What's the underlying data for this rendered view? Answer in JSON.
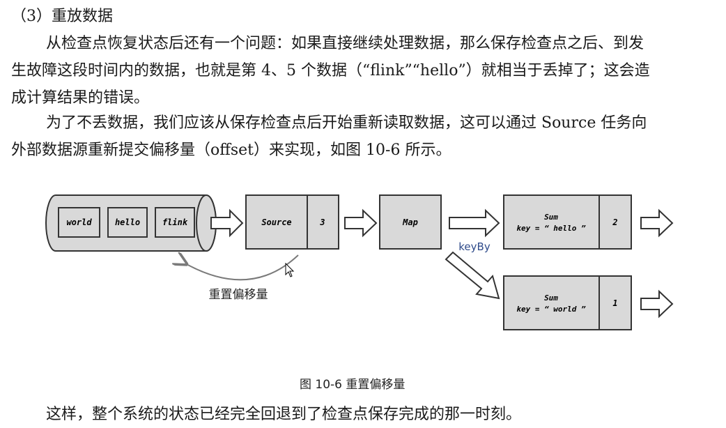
{
  "text": {
    "section_heading": "（3）重放数据",
    "para1_line1": "从检查点恢复状态后还有一个问题：如果直接继续处理数据，那么保存检查点之后、到发",
    "para1_line2": "生故障这段时间内的数据，也就是第 4、5 个数据（“flink”“hello”）就相当于丢掉了；这会造",
    "para1_line3": "成计算结果的错误。",
    "para2_line1": "为了不丢数据，我们应该从保存检查点后开始重新读取数据，这可以通过 Source 任务向",
    "para2_line2": "外部数据源重新提交偏移量（offset）来实现，如图 10-6 所示。",
    "figure_caption": "图 10-6  重置偏移量",
    "final_line": "这样，整个系统的状态已经完全回退到了检查点保存完成的那一时刻。"
  },
  "diagram": {
    "queue_items": [
      "world",
      "hello",
      "flink"
    ],
    "source_label": "Source",
    "source_state": "3",
    "map_label": "Map",
    "keyby_label": "keyBy",
    "sum_title": "Sum",
    "sum_hello_key": "key = “ hello ”",
    "sum_hello_count": "2",
    "sum_world_key": "key = “ world ”",
    "sum_world_count": "1",
    "reset_label": "重置偏移量"
  },
  "colors": {
    "box_fill": "#d9d9d9",
    "stroke": "#333333",
    "arrow_fill": "#ffffff",
    "keyby_text": "#2e4a8a",
    "curve": "#7a7a7a"
  },
  "icons": [
    "mouse-cursor-icon"
  ]
}
